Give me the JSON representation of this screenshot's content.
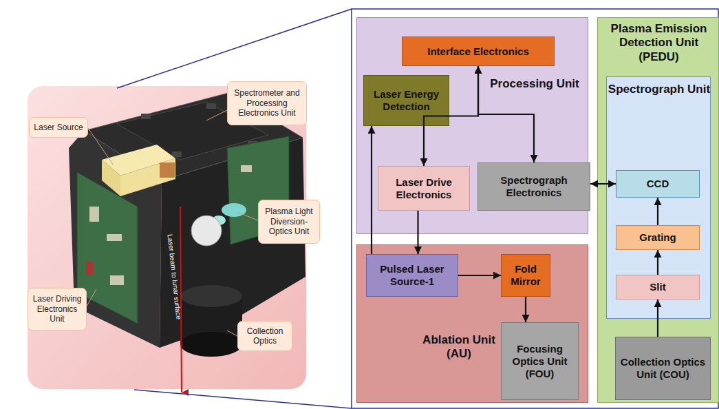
{
  "diagram": {
    "nodes": [
      {
        "text": [
          "Laser Source"
        ]
      },
      {
        "text": [
          "Spectrometer and Processing Electronics Unit"
        ]
      },
      {
        "text": [
          "Plasma Light Diversion-Optics Unit"
        ]
      },
      {
        "text": [
          "Laser Driving Electronics Unit"
        ]
      },
      {
        "text": [
          "Collection Optics"
        ]
      },
      {
        "text": [
          "Processing Unit"
        ]
      },
      {
        "text": [
          "Interface Electronics"
        ],
        "in": 5
      },
      {
        "text": [
          "Laser Energy Detection"
        ],
        "in": 5
      },
      {
        "text": [
          "Laser Drive Electronics"
        ],
        "in": 5
      },
      {
        "text": [
          "Spectrograph Electronics"
        ],
        "in": 5
      },
      {
        "text": [
          "Ablation Unit (AU)"
        ]
      },
      {
        "text": [
          "Pulsed Laser Source-1"
        ],
        "in": 10
      },
      {
        "text": [
          "Fold Mirror"
        ],
        "in": 10
      },
      {
        "text": [
          "Focusing Optics Unit (FOU)"
        ],
        "in": 10
      },
      {
        "text": [
          "Plasma Emission Detection Unit (PEDU)"
        ]
      },
      {
        "text": [
          "Spectrograph Unit"
        ],
        "in": 14
      },
      {
        "text": [
          "CCD"
        ],
        "in": 15
      },
      {
        "text": [
          "Grating"
        ],
        "in": 15
      },
      {
        "text": [
          "Slit"
        ],
        "in": 15
      },
      {
        "text": [
          "Collection Optics Unit (COU)"
        ],
        "in": 14
      }
    ],
    "edges": [
      {
        "from": 6,
        "to": 8,
        "arrow": "both"
      },
      {
        "from": 6,
        "to": 9,
        "arrow": "both"
      },
      {
        "from": 9,
        "to": 16,
        "arrow": "both"
      },
      {
        "from": 8,
        "to": 11,
        "arrow": "to"
      },
      {
        "from": 11,
        "to": 7,
        "arrow": "to"
      },
      {
        "from": 11,
        "to": 12,
        "arrow": "to"
      },
      {
        "from": 12,
        "to": 13,
        "arrow": "to"
      },
      {
        "from": 18,
        "to": 17,
        "arrow": "to"
      },
      {
        "from": 17,
        "to": 16,
        "arrow": "to"
      },
      {
        "from": 19,
        "to": 18,
        "arrow": "to"
      }
    ],
    "labels": [
      "Laser beam to lunar surface"
    ]
  }
}
